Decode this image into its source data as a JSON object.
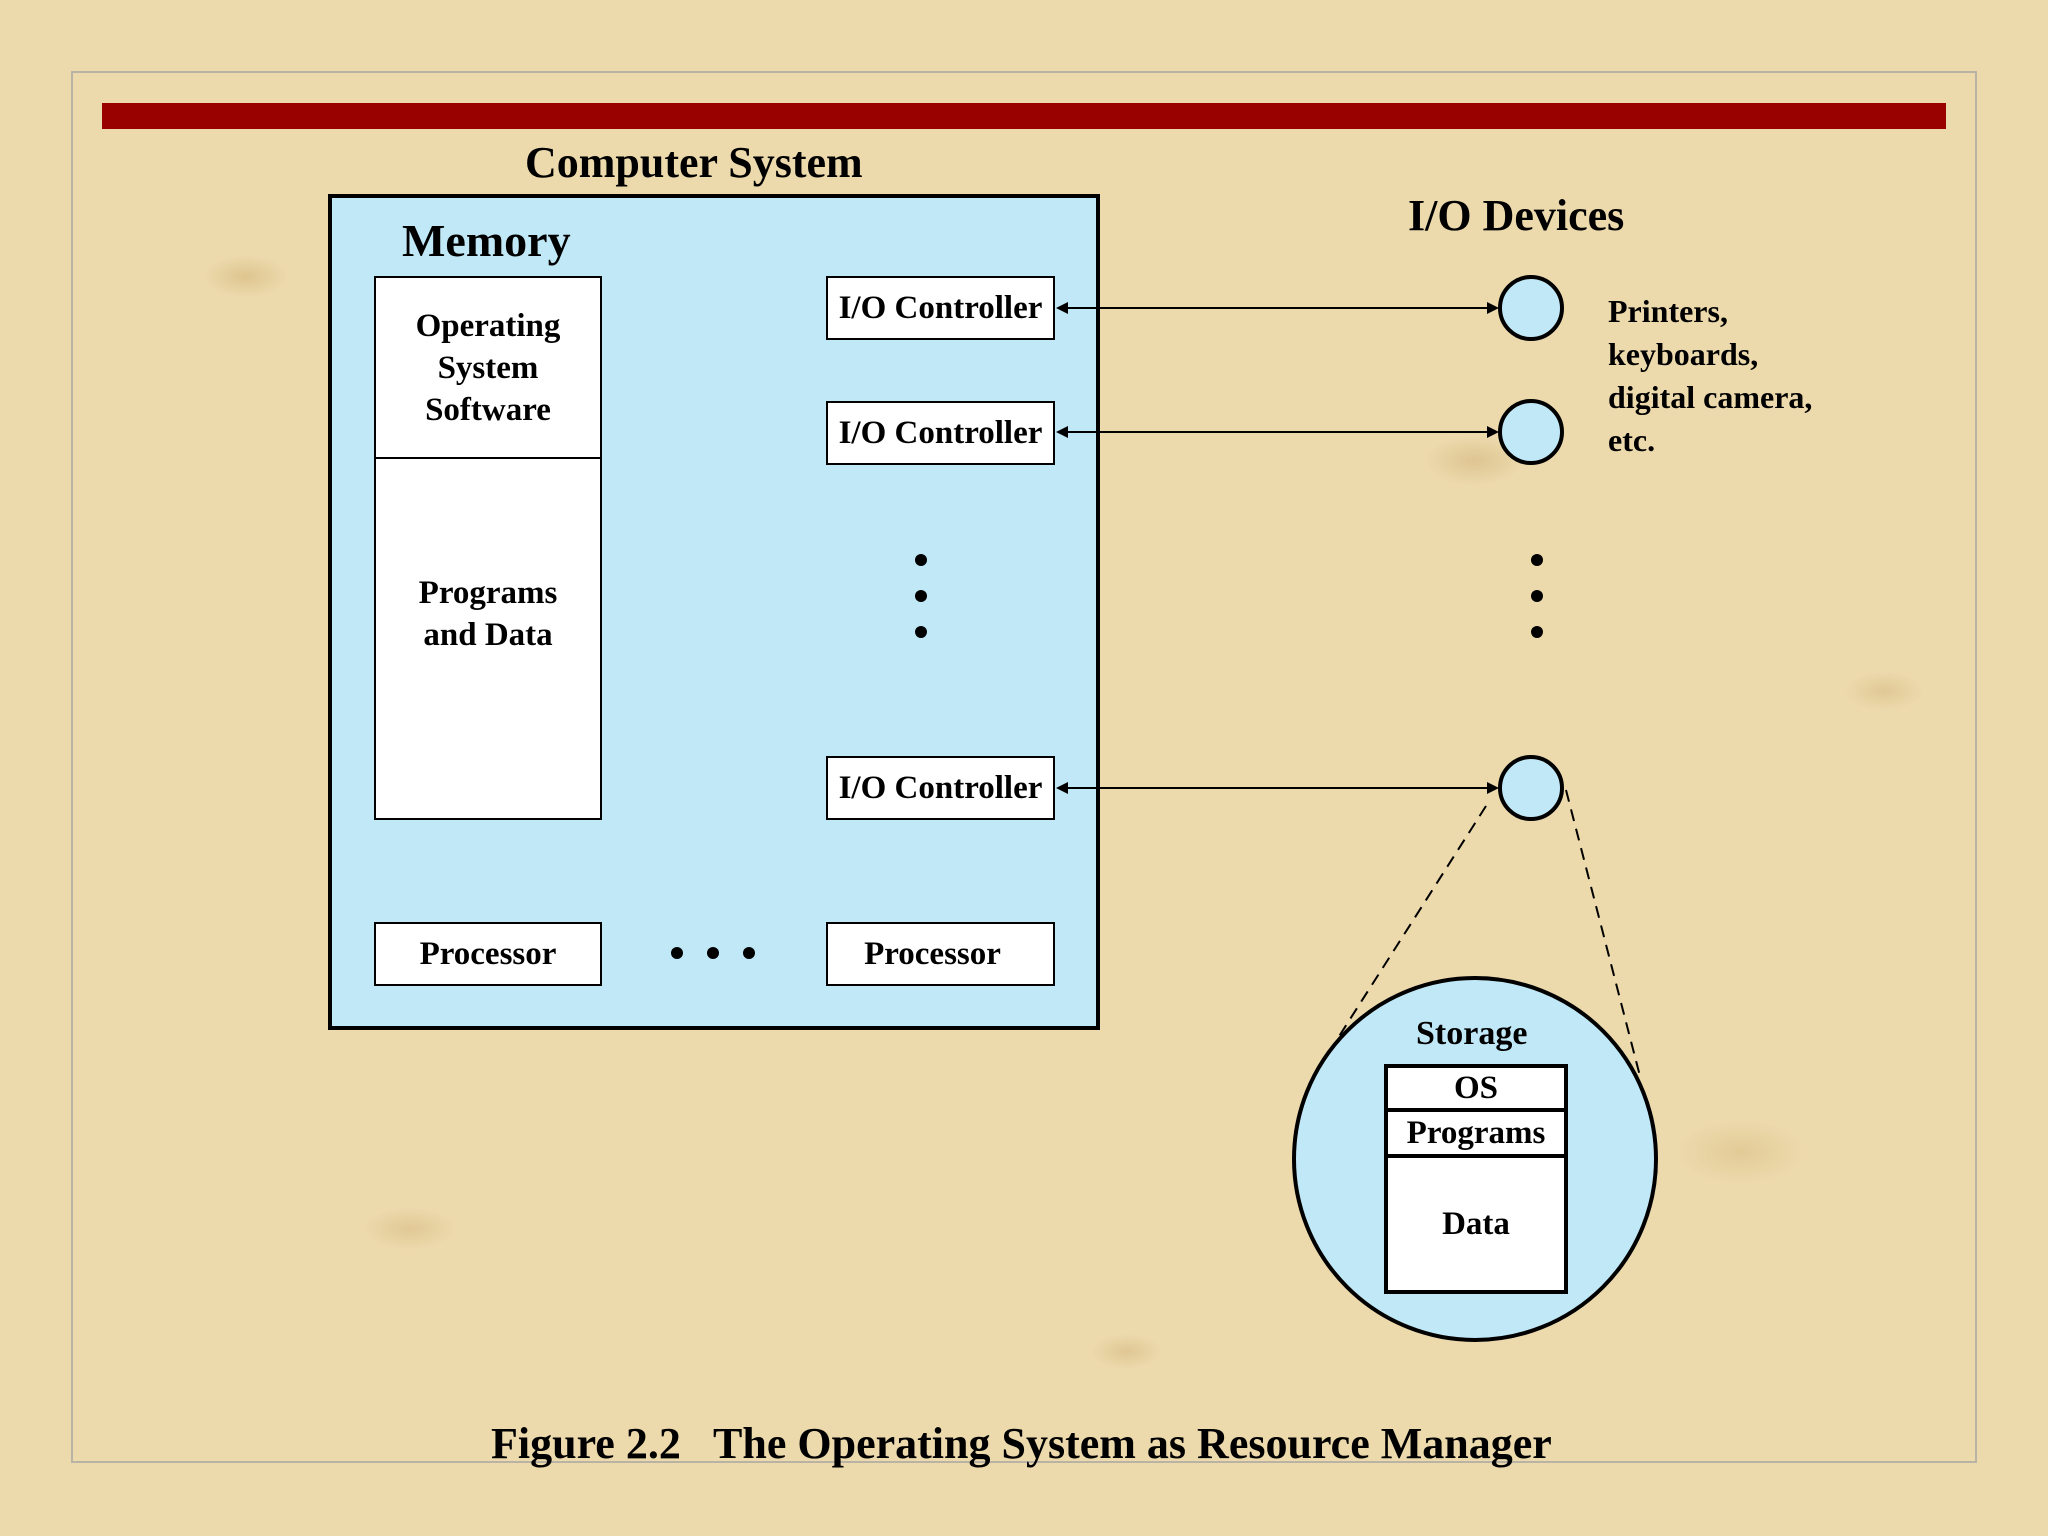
{
  "diagram": {
    "computer_system_label": "Computer System",
    "memory_label": "Memory",
    "os_software_label": "Operating System Software",
    "programs_data_label": "Programs and Data",
    "io_controller_label": "I/O Controller",
    "processor_label": "Processor",
    "io_devices_label": "I/O Devices",
    "devices_note_lines": [
      "Printers,",
      "keyboards,",
      "digital camera,",
      "etc."
    ],
    "storage": {
      "label": "Storage",
      "os": "OS",
      "programs": "Programs",
      "data": "Data"
    },
    "caption": "Figure 2.2   The Operating System as Resource Manager"
  },
  "colors": {
    "title_bar": "#990000",
    "system_fill": "#c1e8f7",
    "background": "#ecd9ac"
  }
}
